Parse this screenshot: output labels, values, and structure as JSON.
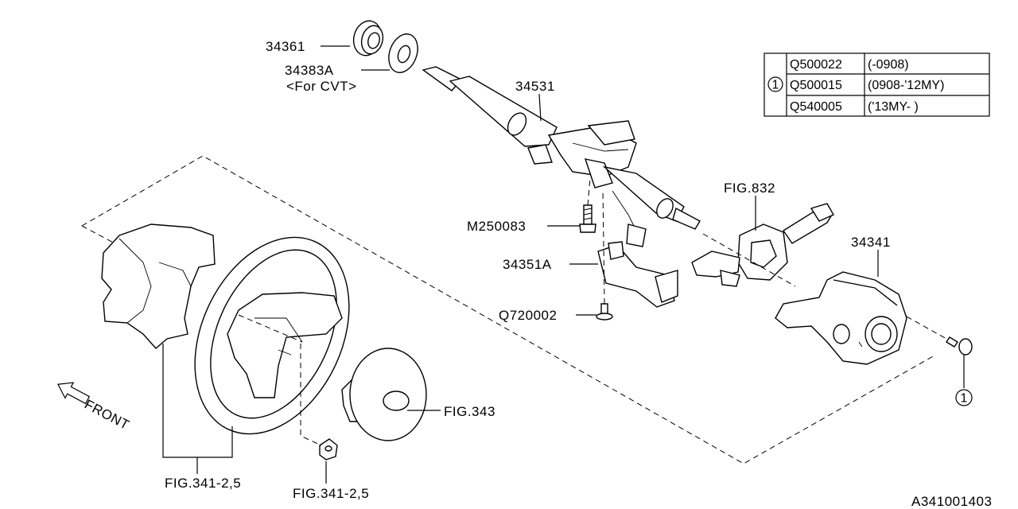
{
  "callouts": {
    "p34361": "34361",
    "p34383a": "34383A",
    "for_cvt": "<For CVT>",
    "p34531": "34531",
    "fig832": "FIG.832",
    "p34341": "34341",
    "m250083": "M250083",
    "p34351a": "34351A",
    "q720002": "Q720002",
    "fig343": "FIG.343",
    "fig341_left": "FIG.341-2,5",
    "fig341_right": "FIG.341-2,5",
    "front": "FRONT",
    "ref_circle_1": "1"
  },
  "reference_table": {
    "key": "1",
    "rows": [
      {
        "part": "Q500022",
        "range": "(-0908)"
      },
      {
        "part": "Q500015",
        "range": "(0908-'12MY)"
      },
      {
        "part": "Q540005",
        "range": "('13MY- )"
      }
    ]
  },
  "diagram_id": "A341001403"
}
